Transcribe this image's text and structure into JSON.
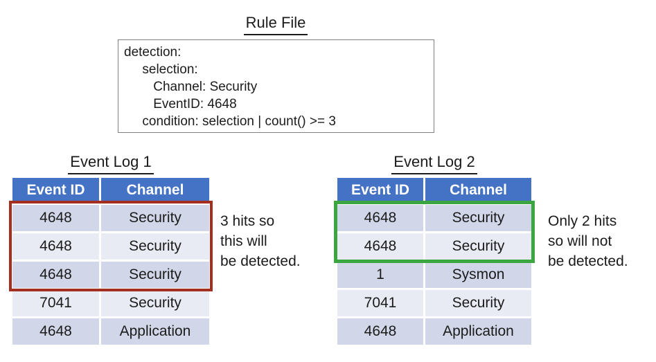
{
  "rule_file": {
    "title": "Rule File",
    "code": "detection:\n     selection:\n        Channel: Security\n        EventID: 4648\n     condition: selection | count() >= 3"
  },
  "event_log_1": {
    "title": "Event Log 1",
    "headers": [
      "Event ID",
      "Channel"
    ],
    "rows": [
      {
        "event_id": "4648",
        "channel": "Security"
      },
      {
        "event_id": "4648",
        "channel": "Security"
      },
      {
        "event_id": "4648",
        "channel": "Security"
      },
      {
        "event_id": "7041",
        "channel": "Security"
      },
      {
        "event_id": "4648",
        "channel": "Application"
      }
    ],
    "highlighted_rows": "1-3",
    "annotation": "3 hits so\nthis will\nbe detected."
  },
  "event_log_2": {
    "title": "Event Log 2",
    "headers": [
      "Event ID",
      "Channel"
    ],
    "rows": [
      {
        "event_id": "4648",
        "channel": "Security"
      },
      {
        "event_id": "4648",
        "channel": "Security"
      },
      {
        "event_id": "1",
        "channel": "Sysmon"
      },
      {
        "event_id": "7041",
        "channel": "Security"
      },
      {
        "event_id": "4648",
        "channel": "Application"
      }
    ],
    "highlighted_rows": "1-2",
    "annotation": "Only 2 hits\nso will not\nbe detected."
  },
  "colors": {
    "header_bg": "#4472C4",
    "row_odd": "#D1D7E8",
    "row_even": "#E9EBF4",
    "highlight_detected": "#A42E20",
    "highlight_not_detected": "#3BA53F"
  }
}
